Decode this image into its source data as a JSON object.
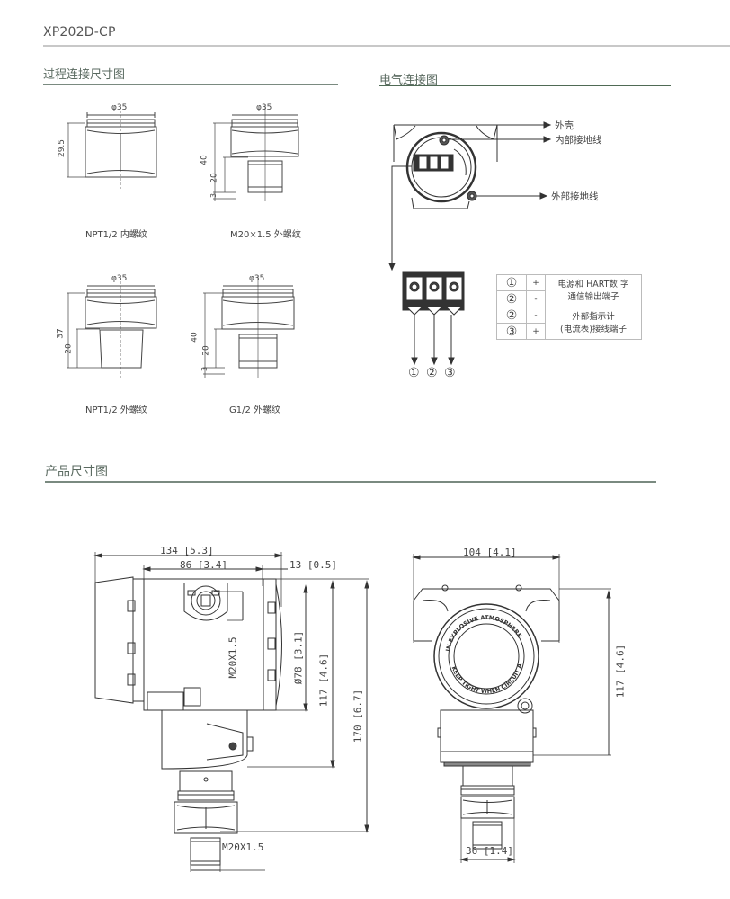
{
  "page": {
    "title": "XP202D-CP"
  },
  "sections": {
    "process_connection": {
      "title": "过程连接尺寸图",
      "drawings": [
        {
          "caption": "NPT1/2 内螺纹",
          "diameter": "φ35",
          "height": "29.5"
        },
        {
          "caption": "M20×1.5 外螺纹",
          "diameter": "φ35",
          "height_total": "40",
          "height_thread": "20",
          "height_tip": "3"
        },
        {
          "caption": "NPT1/2 外螺纹",
          "diameter": "φ35",
          "height_total": "37",
          "height_thread": "20"
        },
        {
          "caption": "G1/2 外螺纹",
          "diameter": "φ35",
          "height_total": "40",
          "height_thread": "20",
          "height_tip": "3"
        }
      ]
    },
    "electrical_connection": {
      "title": "电气连接图",
      "callouts": {
        "housing": "外壳",
        "internal_ground": "内部接地线",
        "external_ground": "外部接地线"
      },
      "terminal_numbers": [
        "①",
        "②",
        "③"
      ],
      "terminal_table": [
        {
          "num": "①",
          "sign": "+",
          "desc_line1": "电源和 HART数 字",
          "desc_line2": "通信输出端子"
        },
        {
          "num": "②",
          "sign": "-"
        },
        {
          "num": "②",
          "sign": "-",
          "desc_line1": "外部指示计",
          "desc_line2": "(电流表)接线端子"
        },
        {
          "num": "③",
          "sign": "+"
        }
      ]
    },
    "product_dimensions": {
      "title": "产品尺寸图",
      "side_view": {
        "overall_width": "134 [5.3]",
        "body_width": "86 [3.4]",
        "cover_depth": "13 [0.5]",
        "conduit_thread": "M20X1.5",
        "cover_diameter": "Ø78 [3.1]",
        "housing_height": "117 [4.6]",
        "overall_height": "170 [6.7]",
        "process_thread": "M20X1.5"
      },
      "front_view": {
        "overall_width": "104 [4.1]",
        "housing_height": "117 [4.6]",
        "hex_width": "36 [1.4]",
        "cover_text_top": "IN EXPLOSIVE ATMOSPHERE",
        "cover_text_bottom": "KEEP TIGHT WHEN CIRCUIT ALIVE"
      }
    }
  },
  "colors": {
    "title_rule": "#c8c8c8",
    "section_rule": "#7a8a80",
    "section_rule_dark": "#4f6a55",
    "line": "#333333"
  }
}
